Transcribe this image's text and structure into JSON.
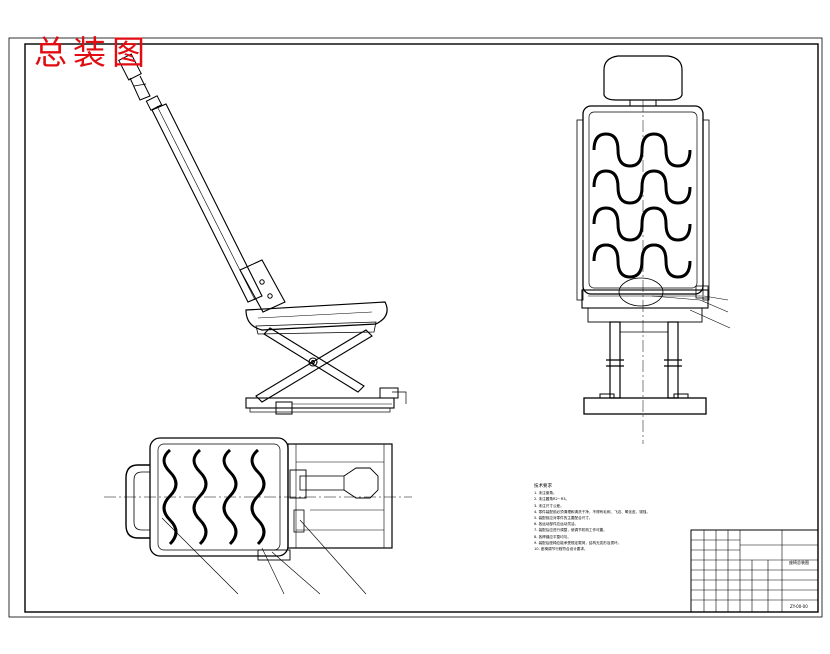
{
  "drawing": {
    "title": "总装图",
    "notes": {
      "heading": "技术要求",
      "items": [
        "1. 未注倒角。",
        "2. 未注圆角R2~R3。",
        "3. 未注尺寸公差。",
        "4. 零件装配前必须清理和清洗干净，不得有毛刺、飞边、氧化皮、锈蚀。",
        "5. 装配前应对零件的主要配合尺寸。",
        "6. 各运动部件应运动灵活。",
        "7. 装配后应进行调整，使调节机构工作可靠。",
        "8. 各焊缝应平整均匀。",
        "9. 装配后座椅应能承受规定载荷，结构无变形及损坏。",
        "10. 座椅调节行程符合设计要求。"
      ]
    },
    "title_block": {
      "part_name": "座椅总装图",
      "drawing_number": "ZY-00-00"
    }
  }
}
